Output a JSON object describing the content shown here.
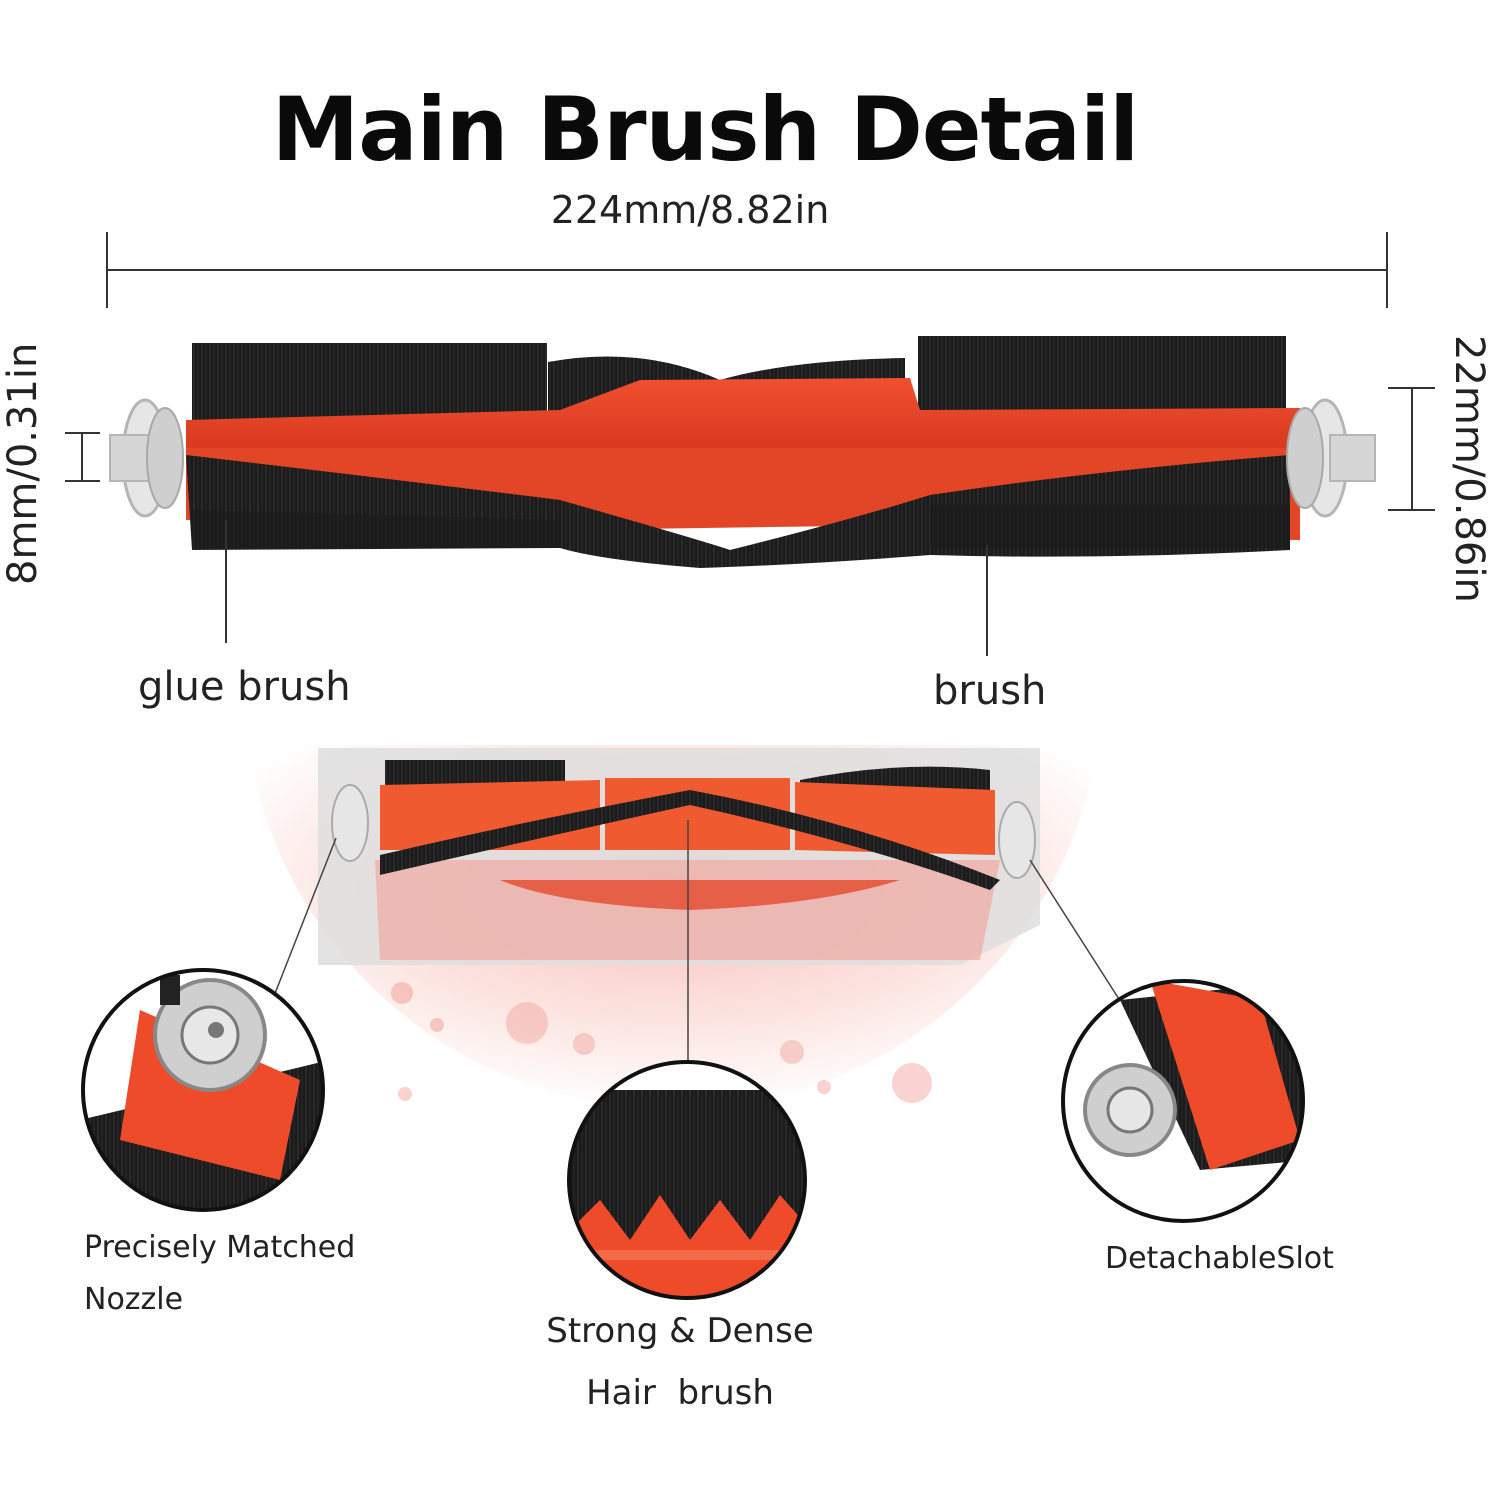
{
  "title": "Main Brush Detail",
  "dimensions": {
    "length": "224mm/8.82in",
    "core_diameter": "8mm/0.31in",
    "brush_diameter": "22mm/0.86in"
  },
  "callouts": {
    "glue_brush": "glue brush",
    "brush": "brush"
  },
  "features": [
    {
      "line1": "Precisely Matched",
      "line2": "Nozzle"
    },
    {
      "line1": "Strong & Dense",
      "line2": "Hair  brush"
    },
    {
      "line1": "DetachableSlot",
      "line2": ""
    }
  ],
  "colors": {
    "brush_orange": "#e8442a",
    "bristle_black": "#1a1a1a",
    "cap_gray": "#d9d9d9",
    "glow_pink": "#f6c9c4"
  }
}
